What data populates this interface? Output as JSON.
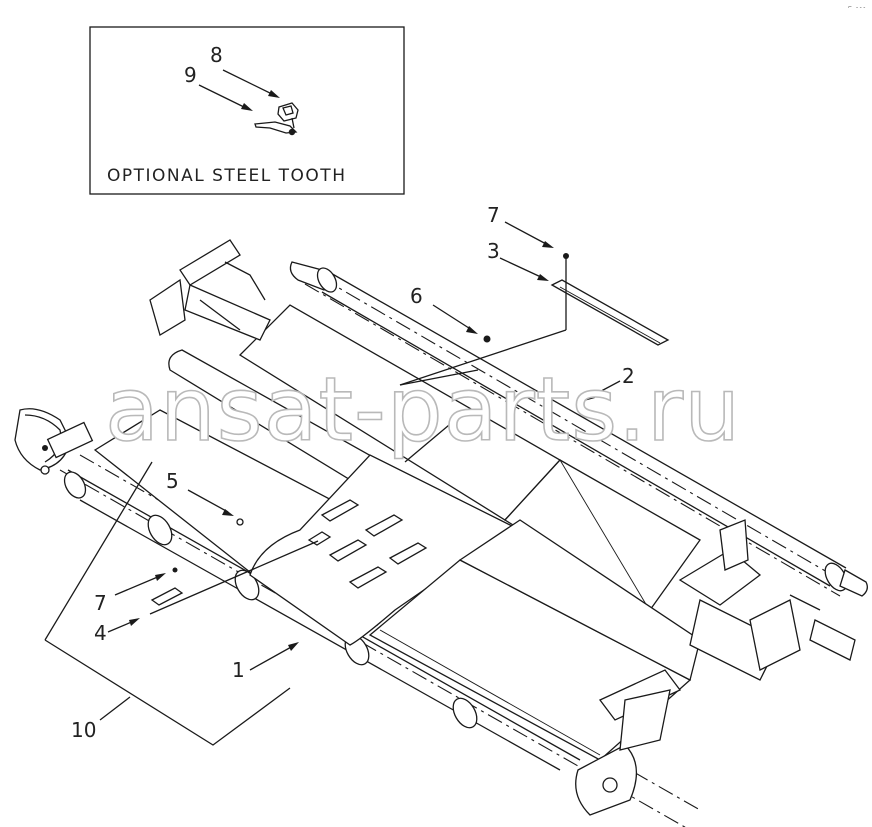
{
  "inset": {
    "caption": "OPTIONAL STEEL TOOTH",
    "callouts": {
      "c8": "8",
      "c9": "9"
    }
  },
  "callouts": {
    "c7_top": "7",
    "c3": "3",
    "c6": "6",
    "c2": "2",
    "c5": "5",
    "c7_left": "7",
    "c4": "4",
    "c1": "1",
    "c10": "10"
  },
  "watermark": "ansat-parts.ru",
  "corner_mark": "⌐ ---"
}
